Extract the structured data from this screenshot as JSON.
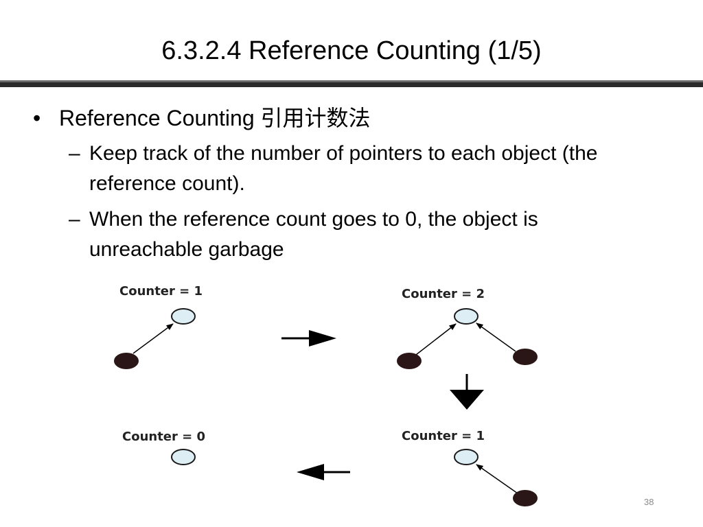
{
  "slide": {
    "title": "6.3.2.4 Reference Counting (1/5)",
    "bullet": "Reference Counting 引用计数法",
    "sub_bullets": [
      "Keep track of the number of pointers to each object (the reference count).",
      "When the reference count goes to 0, the object is unreachable garbage"
    ],
    "slide_number": "38"
  },
  "diagram": {
    "counter_labels": [
      "Counter = 1",
      "Counter = 2",
      "Counter = 1",
      "Counter = 0"
    ],
    "colors": {
      "object": "#ddeef5",
      "pointer": "#2a1616",
      "arrow": "#000000"
    }
  }
}
